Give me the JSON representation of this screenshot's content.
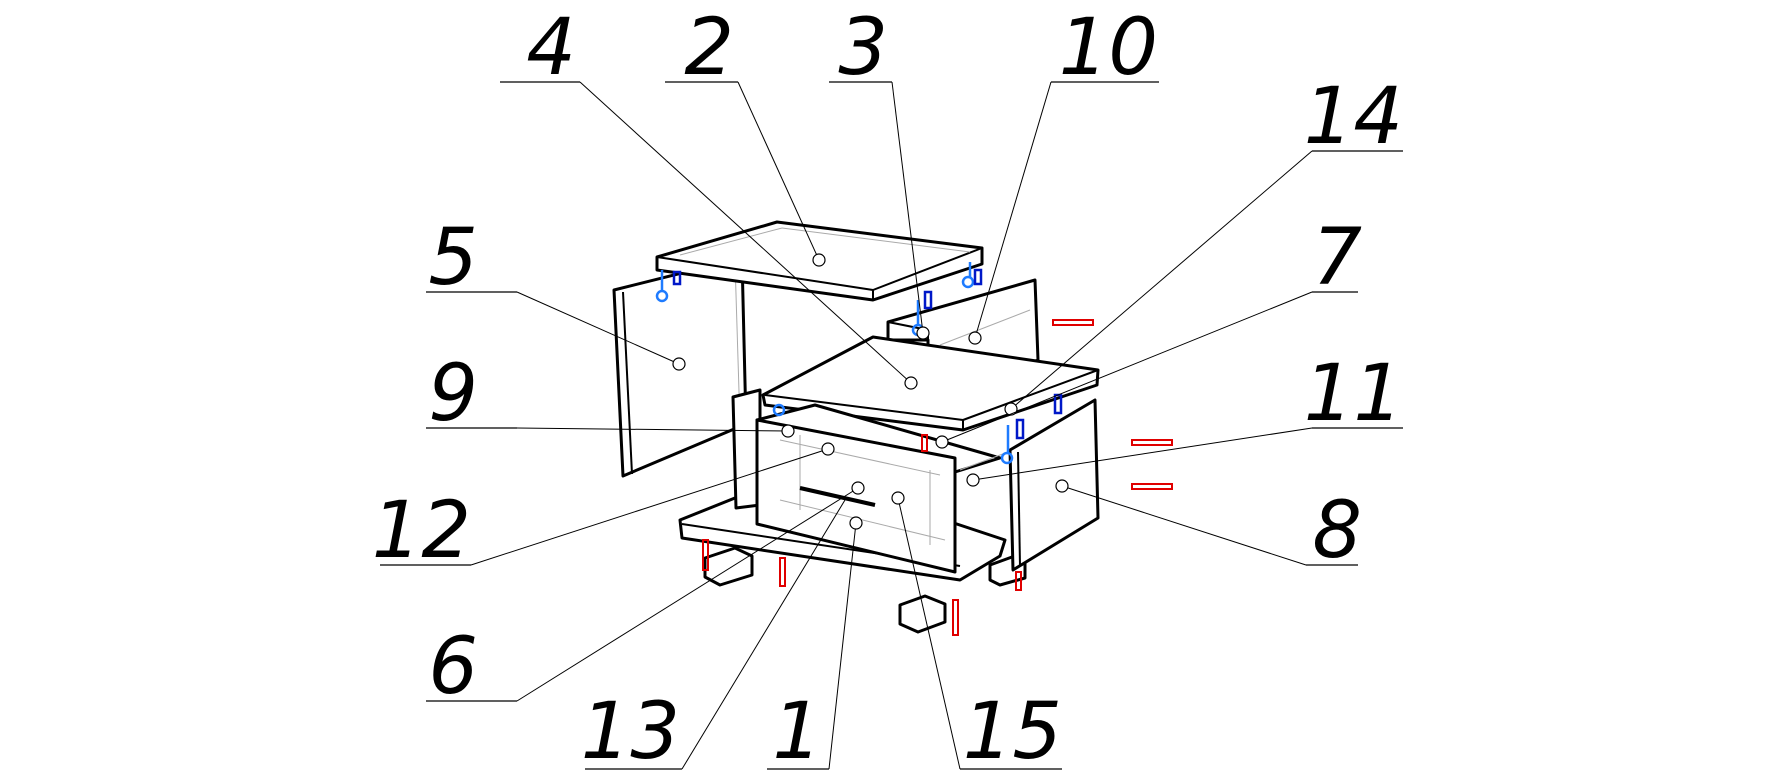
{
  "diagram": {
    "type": "exploded assembly drawing",
    "callouts": [
      "4",
      "2",
      "3",
      "10",
      "14",
      "5",
      "7",
      "9",
      "11",
      "12",
      "8",
      "6",
      "13",
      "1",
      "15"
    ],
    "colors": {
      "lines": "#000000",
      "hidden_lines": "#aaaaaa",
      "screws": "#e00000",
      "connectors": "#1e7bff",
      "connectors_dark": "#0018c8"
    }
  }
}
